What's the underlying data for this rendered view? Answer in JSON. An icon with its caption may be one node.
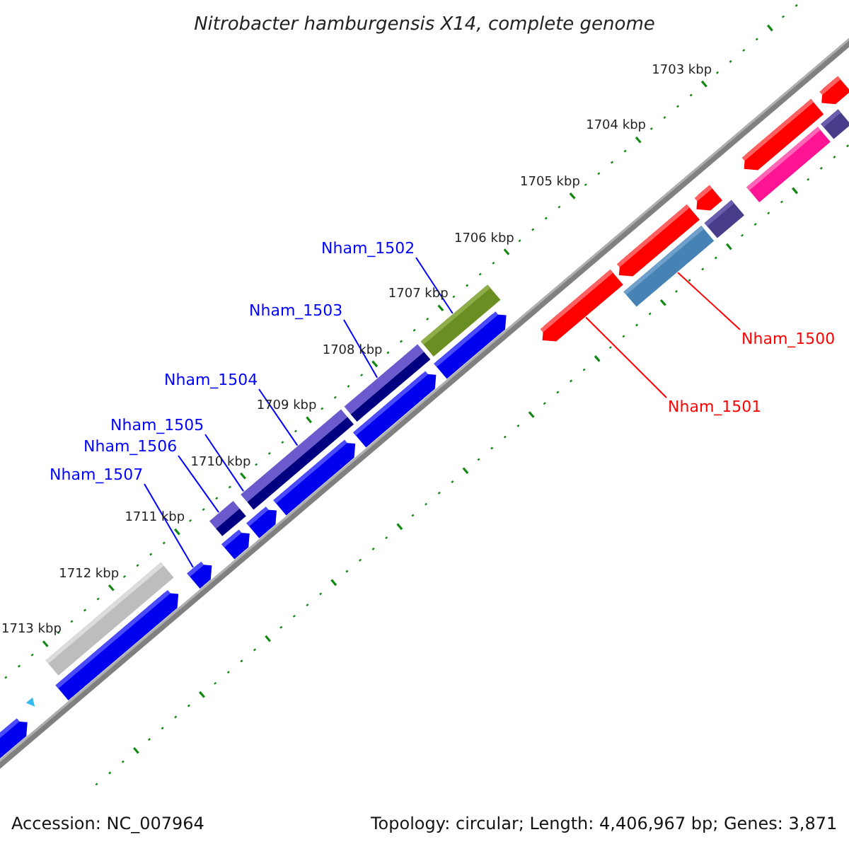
{
  "diagram": {
    "title": "Nitrobacter hamburgensis X14, complete genome",
    "nodes": [
      {
        "text": [
          "Nham_1502"
        ]
      },
      {
        "text": [
          "Nham_1503"
        ]
      },
      {
        "text": [
          "Nham_1500"
        ]
      },
      {
        "text": [
          "Nham_1504"
        ]
      },
      {
        "text": [
          "Nham_1501"
        ]
      },
      {
        "text": [
          "Nham_1505"
        ]
      },
      {
        "text": [
          "Nham_1506"
        ]
      },
      {
        "text": [
          "Nham_1507"
        ]
      },
      {
        "text": [],
        "shape": "arrow"
      },
      {
        "text": [],
        "shape": "triangle"
      },
      {
        "text": [],
        "shape": "arrow"
      },
      {
        "text": [],
        "shape": "bar"
      },
      {
        "text": [],
        "shape": "arrow"
      },
      {
        "text": [],
        "shape": "arrow"
      },
      {
        "text": [],
        "shape": "bar"
      },
      {
        "text": [],
        "shape": "arrow"
      },
      {
        "text": [],
        "shape": "bar"
      },
      {
        "text": [],
        "shape": "arrow"
      },
      {
        "text": [],
        "shape": "arrow"
      },
      {
        "text": [],
        "shape": "bar"
      },
      {
        "text": [],
        "shape": "arrow"
      },
      {
        "text": [],
        "shape": "bar"
      },
      {
        "text": [],
        "shape": "arrow"
      },
      {
        "text": [],
        "shape": "bar"
      },
      {
        "text": [],
        "shape": "arrow"
      },
      {
        "text": [],
        "shape": "arrow"
      },
      {
        "text": [],
        "shape": "bar"
      },
      {
        "text": [],
        "shape": "bar"
      },
      {
        "text": [],
        "shape": "arrow"
      },
      {
        "text": [],
        "shape": "bar"
      },
      {
        "text": [],
        "shape": "arrow"
      }
    ],
    "edges": [
      {
        "from": 0,
        "to": 21,
        "arrow": "none"
      },
      {
        "from": 1,
        "to": 19,
        "arrow": "none"
      },
      {
        "from": 2,
        "to": 23,
        "arrow": "none",
        "color": "#ff0000"
      },
      {
        "from": 3,
        "to": 16,
        "arrow": "none"
      },
      {
        "from": 4,
        "to": 22,
        "arrow": "none",
        "color": "#ff0000"
      },
      {
        "from": 5,
        "to": 16,
        "arrow": "none"
      },
      {
        "from": 6,
        "to": 14,
        "arrow": "none"
      },
      {
        "from": 7,
        "to": 12,
        "arrow": "none"
      }
    ],
    "labels": [
      "1703 kbp",
      "1704 kbp",
      "1705 kbp",
      "1706 kbp",
      "1707 kbp",
      "1708 kbp",
      "1709 kbp",
      "1710 kbp",
      "1711 kbp",
      "1712 kbp",
      "1713 kbp",
      "Accession: NC_007964",
      "Topology: circular; Length: 4,406,967 bp; Genes: 3,871"
    ]
  }
}
